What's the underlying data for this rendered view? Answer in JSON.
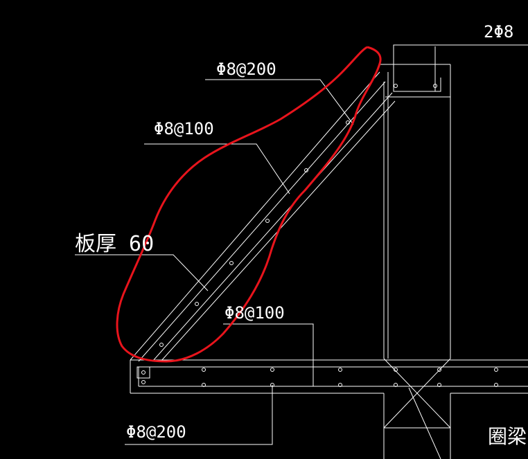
{
  "annotations": {
    "top_right": "2Φ8",
    "upper_bar": "Φ8@200",
    "middle_bar": "Φ8@100",
    "slab_thickness": "板厚 60",
    "lower_bar": "Φ8@100",
    "bottom_bar": "Φ8@200",
    "ring_beam": "圈梁"
  },
  "colors": {
    "background": "#000000",
    "line": "#ffffff",
    "highlight": "#e8141c"
  }
}
